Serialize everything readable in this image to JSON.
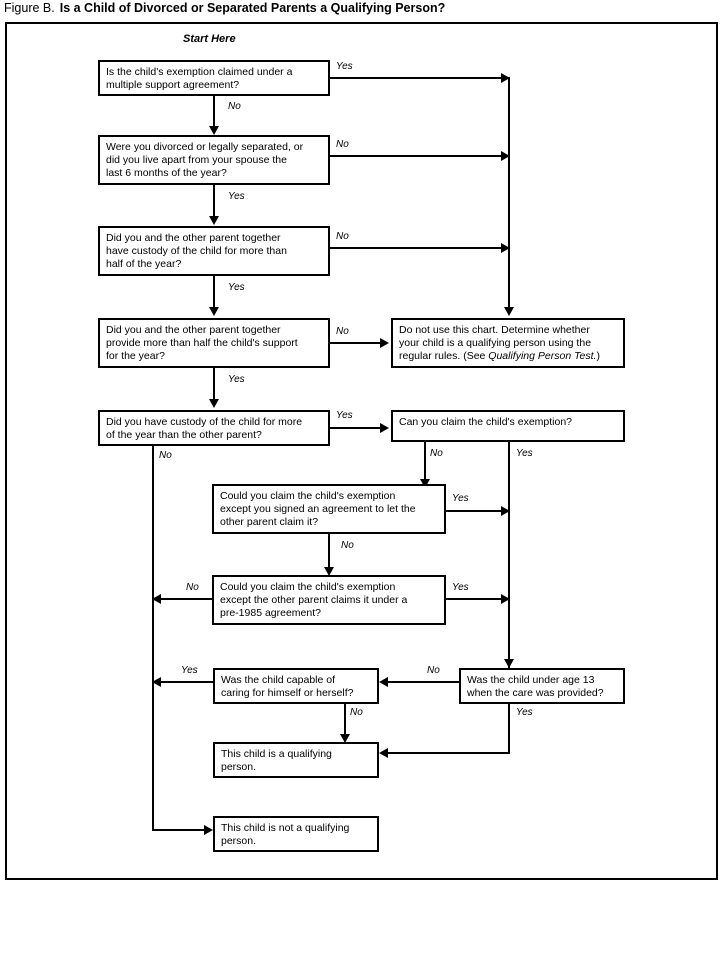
{
  "title": {
    "label": "Figure B.",
    "headline": "Is a Child of Divorced or Separated Parents a Qualifying Person?"
  },
  "start_label": "Start Here",
  "chart_data": {
    "type": "diagram",
    "diagram_kind": "decision-flowchart",
    "title": "Figure B. Is a Child of Divorced or Separated Parents a Qualifying Person?",
    "nodes": [
      {
        "id": "n1",
        "kind": "decision",
        "lines": [
          "Is the child's exemption claimed under a",
          "multiple support agreement?"
        ]
      },
      {
        "id": "n2",
        "kind": "decision",
        "lines": [
          "Were you divorced or legally separated, or",
          "did you live apart from your spouse the",
          "last 6 months of the year?"
        ]
      },
      {
        "id": "n3",
        "kind": "decision",
        "lines": [
          "Did you and the other parent together",
          "have custody of the child for more than",
          "half of the year?"
        ]
      },
      {
        "id": "n4",
        "kind": "decision",
        "lines": [
          "Did you and the other parent together",
          "provide more than half the child's support",
          "for the year?"
        ]
      },
      {
        "id": "n5",
        "kind": "decision",
        "lines": [
          "Did you have custody of the child for more",
          "of the year than the other parent?"
        ]
      },
      {
        "id": "n6",
        "kind": "terminal",
        "lines": [
          "Do not use this chart. Determine whether",
          "your child is a qualifying person using the",
          "regular rules."
        ],
        "italic_tail": "(See Qualifying Person Test.)",
        "line3_prefix": "regular rules. (See ",
        "line3_italic": "Qualifying Person Test.",
        "line3_suffix": ")"
      },
      {
        "id": "n7",
        "kind": "decision",
        "lines": [
          "Can you claim the child's exemption?"
        ]
      },
      {
        "id": "n8",
        "kind": "decision",
        "lines": [
          "Could you claim the child's exemption",
          "except you signed an agreement to let the",
          "other parent claim it?"
        ]
      },
      {
        "id": "n9",
        "kind": "decision",
        "lines": [
          "Could you claim the child's exemption",
          "except the other parent claims it under a",
          "pre-1985 agreement?"
        ]
      },
      {
        "id": "n10",
        "kind": "decision",
        "lines": [
          "Was the child capable of",
          "caring for himself or herself?"
        ]
      },
      {
        "id": "n11",
        "kind": "decision",
        "lines": [
          "Was the child under age 13",
          "when the care was provided?"
        ]
      },
      {
        "id": "n12",
        "kind": "terminal",
        "lines": [
          "This child is a qualifying",
          "person."
        ]
      },
      {
        "id": "n13",
        "kind": "terminal",
        "lines": [
          "This child is not a qualifying",
          "person."
        ]
      }
    ],
    "edges": [
      {
        "from": "n1",
        "to": "n6",
        "label": "Yes"
      },
      {
        "from": "n1",
        "to": "n2",
        "label": "No"
      },
      {
        "from": "n2",
        "to": "n6",
        "label": "No"
      },
      {
        "from": "n2",
        "to": "n3",
        "label": "Yes"
      },
      {
        "from": "n3",
        "to": "n6",
        "label": "No"
      },
      {
        "from": "n3",
        "to": "n4",
        "label": "Yes"
      },
      {
        "from": "n4",
        "to": "n6",
        "label": "No"
      },
      {
        "from": "n4",
        "to": "n5",
        "label": "Yes"
      },
      {
        "from": "n5",
        "to": "n7",
        "label": "Yes"
      },
      {
        "from": "n5",
        "to": "n13",
        "label": "No"
      },
      {
        "from": "n7",
        "to": "n8",
        "label": "No"
      },
      {
        "from": "n7",
        "to": "n11",
        "label": "Yes"
      },
      {
        "from": "n8",
        "to": "n11",
        "label": "Yes"
      },
      {
        "from": "n8",
        "to": "n9",
        "label": "No"
      },
      {
        "from": "n9",
        "to": "n11",
        "label": "Yes"
      },
      {
        "from": "n9",
        "to": "n13",
        "label": "No"
      },
      {
        "from": "n10",
        "to": "n13",
        "label": "Yes"
      },
      {
        "from": "n10",
        "to": "n12",
        "label": "No"
      },
      {
        "from": "n11",
        "to": "n10",
        "label": "No"
      },
      {
        "from": "n11",
        "to": "n12",
        "label": "Yes"
      }
    ]
  },
  "nodes": {
    "n1": {
      "l1": "Is the child's exemption claimed under a",
      "l2": "multiple support agreement?"
    },
    "n2": {
      "l1": "Were you divorced or legally separated, or",
      "l2": "did you live apart from your spouse the",
      "l3": "last 6 months of the year?"
    },
    "n3": {
      "l1": "Did you and the other parent together",
      "l2": "have custody of the child for more than",
      "l3": "half of the year?"
    },
    "n4": {
      "l1": "Did you and the other parent together",
      "l2": "provide more than half the child's support",
      "l3": "for the year?"
    },
    "n5": {
      "l1": "Did you have custody of the child for more",
      "l2": "of the year than the other parent?"
    },
    "n6": {
      "l1": "Do not use this chart. Determine whether",
      "l2": "your child is a qualifying person using the",
      "l3a": "regular rules. (See ",
      "l3b": "Qualifying Person Test.",
      "l3c": ")"
    },
    "n7": {
      "l1": "Can you claim the child's exemption?"
    },
    "n8": {
      "l1": "Could you claim the child's exemption",
      "l2": "except you signed an agreement to let the",
      "l3": "other parent claim it?"
    },
    "n9": {
      "l1": "Could you claim the child's exemption",
      "l2": "except the other parent claims it under a",
      "l3": "pre-1985 agreement?"
    },
    "n10": {
      "l1": "Was the child capable of",
      "l2": "caring for himself or herself?"
    },
    "n11": {
      "l1": "Was the child under age 13",
      "l2": "when the care was provided?"
    },
    "n12": {
      "l1": "This child is a qualifying",
      "l2": "person."
    },
    "n13": {
      "l1": "This child is not a qualifying",
      "l2": "person."
    }
  },
  "labels": {
    "yes1": "Yes",
    "no1": "No",
    "no2": "No",
    "yes2": "Yes",
    "no3": "No",
    "yes3": "Yes",
    "no4": "No",
    "yes4": "Yes",
    "yes5": "Yes",
    "no5": "No",
    "no6": "No",
    "yes6": "Yes",
    "yes7": "Yes",
    "no7": "No",
    "no8": "No",
    "yes8": "Yes",
    "yes9": "Yes",
    "no9": "No",
    "no10": "No",
    "yes10": "Yes"
  },
  "colors": {
    "ink": "#000000",
    "paper": "#ffffff"
  }
}
